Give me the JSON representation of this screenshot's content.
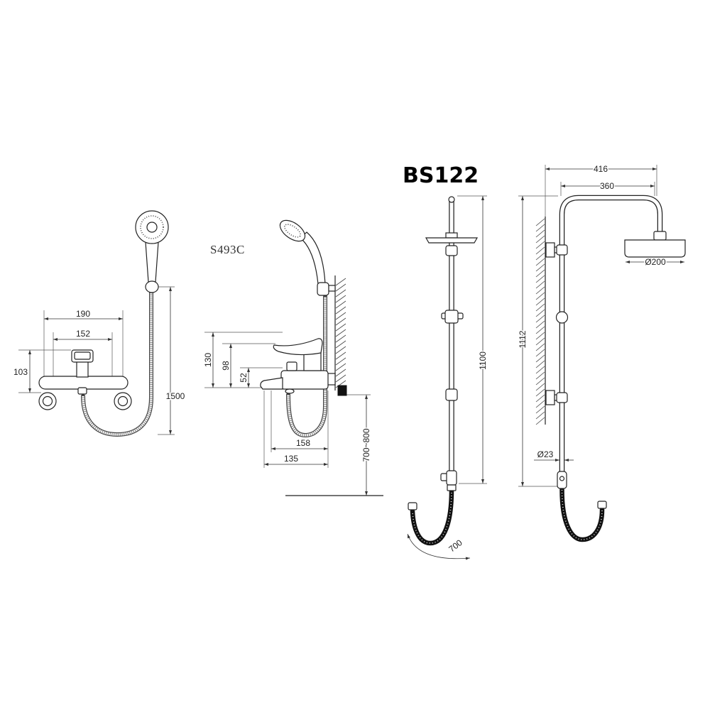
{
  "s493c": {
    "model_label": "S493C",
    "front_view": {
      "overall_width": "190",
      "connector_spacing": "152",
      "body_height": "103",
      "hose_length": "1500"
    },
    "side_view": {
      "lever_height": "130",
      "valve_height": "98",
      "spout_height": "52",
      "valve_depth": "158",
      "spout_depth": "135",
      "mount_height": "700~800"
    }
  },
  "bs122": {
    "model_label": "BS122",
    "front_view": {
      "rail_height": "1100",
      "hose_length": "700"
    },
    "side_view": {
      "arm_projection": "416",
      "arm_reach": "360",
      "head_diameter": "Ø200",
      "total_height": "1112",
      "rail_diameter": "Ø23"
    }
  }
}
